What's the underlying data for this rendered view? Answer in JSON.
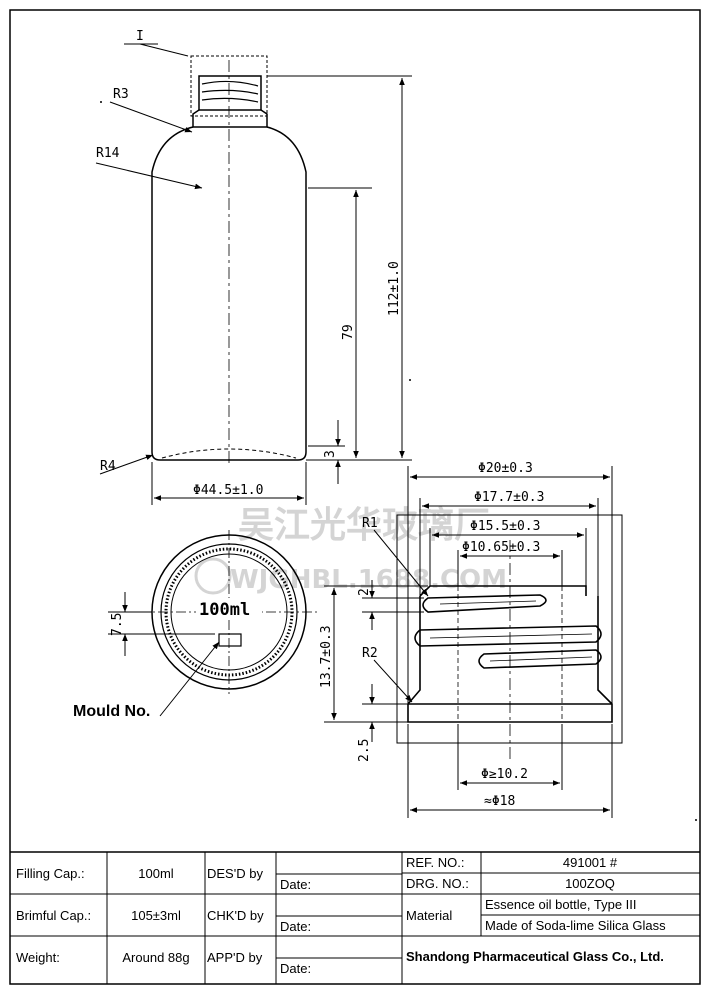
{
  "watermark": {
    "brand_cn": "吴江光华玻璃厂",
    "website": "WJGHBL.1688.COM"
  },
  "drawing": {
    "labels": {
      "detail_marker": "I",
      "r3": "R3",
      "r14": "R14",
      "r4": "R4",
      "r1": "R1",
      "r2": "R2",
      "mould_no": "Mould No."
    },
    "dimensions": {
      "total_height": "112±1.0",
      "shoulder_height": "79",
      "base_offset": "3",
      "body_diameter": "Φ44.5±1.0",
      "neck_outer": "Φ20±0.3",
      "thread_outer": "Φ17.7±0.3",
      "thread_inner": "Φ15.5±0.3",
      "bore": "Φ10.65±0.3",
      "thread_pitch": "2",
      "neck_height": "13.7±0.3",
      "base_ring": "2.5",
      "bore_min": "Φ≥10.2",
      "neck_approx": "≈Φ18",
      "emboss_offset": "7.5"
    },
    "emboss_text": "100ml"
  },
  "title_block": {
    "filling_cap_label": "Filling Cap.:",
    "filling_cap_value": "100ml",
    "brimful_cap_label": "Brimful Cap.:",
    "brimful_cap_value": "105±3ml",
    "weight_label": "Weight:",
    "weight_value": "Around 88g",
    "designed_label": "DES'D by",
    "checked_label": "CHK'D by",
    "approved_label": "APP'D by",
    "date_label": "Date:",
    "ref_no_label": "REF. NO.:",
    "ref_no_value": "491001 #",
    "drg_no_label": "DRG. NO.:",
    "drg_no_value": "100ZOQ",
    "material_label": "Material",
    "material_line1": "Essence oil bottle, Type III",
    "material_line2": "Made of Soda-lime Silica Glass",
    "company": "Shandong Pharmaceutical Glass Co., Ltd."
  }
}
